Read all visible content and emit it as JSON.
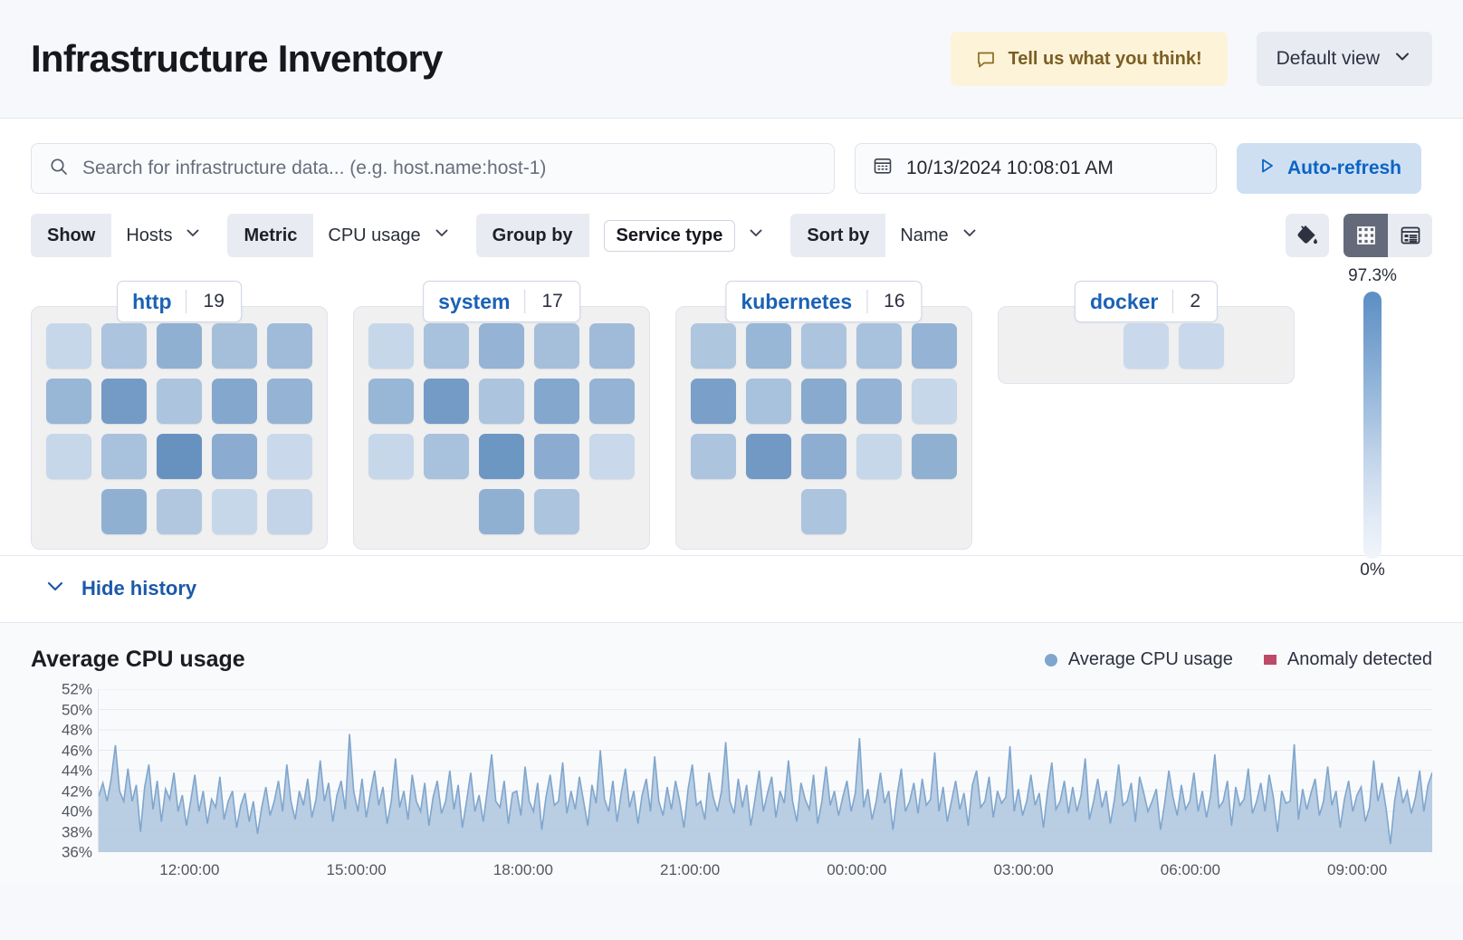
{
  "header": {
    "title": "Infrastructure Inventory",
    "feedback_label": "Tell us what you think!",
    "view_label": "Default view"
  },
  "search": {
    "placeholder": "Search for infrastructure data... (e.g. host.name:host-1)",
    "value": ""
  },
  "datepicker": {
    "value": "10/13/2024 10:08:01 AM"
  },
  "refresh": {
    "label": "Auto-refresh"
  },
  "filters": [
    {
      "label": "Show",
      "value": "Hosts",
      "boxed": false
    },
    {
      "label": "Metric",
      "value": "CPU usage",
      "boxed": false
    },
    {
      "label": "Group by",
      "value": "Service type",
      "boxed": true
    },
    {
      "label": "Sort by",
      "value": "Name",
      "boxed": false
    }
  ],
  "view_toggle": {
    "palette_icon": "paint-bucket-icon",
    "grid_icon": "grid-view-icon",
    "table_icon": "table-view-icon",
    "active": "grid"
  },
  "legend_scale": {
    "max": "97.3%",
    "min": "0%"
  },
  "groups": [
    {
      "name": "http",
      "count": "19",
      "values": [
        0.22,
        0.38,
        0.55,
        0.42,
        0.45,
        0.5,
        0.72,
        0.38,
        0.62,
        0.52,
        0.22,
        0.4,
        0.8,
        0.58,
        0.2,
        0.55,
        0.35,
        0.22,
        0.24
      ]
    },
    {
      "name": "system",
      "count": "17",
      "values": [
        0.22,
        0.4,
        0.52,
        0.42,
        0.45,
        0.5,
        0.72,
        0.38,
        0.62,
        0.52,
        0.22,
        0.4,
        0.76,
        0.58,
        0.2,
        0.55,
        0.38
      ]
    },
    {
      "name": "kubernetes",
      "count": "16",
      "values": [
        0.36,
        0.5,
        0.38,
        0.4,
        0.52,
        0.68,
        0.4,
        0.6,
        0.52,
        0.22,
        0.38,
        0.74,
        0.56,
        0.22,
        0.55,
        0.38
      ]
    },
    {
      "name": "docker",
      "count": "2",
      "values": [
        0.2,
        0.2
      ]
    }
  ],
  "history": {
    "toggle_label": "Hide history"
  },
  "chart_data": {
    "type": "area",
    "title": "Average CPU usage",
    "xlabel": "",
    "ylabel": "",
    "ylim": [
      36,
      52
    ],
    "ytick_labels": [
      "52%",
      "50%",
      "48%",
      "46%",
      "44%",
      "42%",
      "40%",
      "38%",
      "36%"
    ],
    "ytick_values": [
      52,
      50,
      48,
      46,
      44,
      42,
      40,
      38,
      36
    ],
    "xtick_labels": [
      "12:00:00",
      "15:00:00",
      "18:00:00",
      "21:00:00",
      "00:00:00",
      "03:00:00",
      "06:00:00",
      "09:00:00"
    ],
    "grid": true,
    "legend_position": "top-right",
    "legend": [
      {
        "name": "Average CPU usage",
        "marker": "circle",
        "color": "#7fa6cd"
      },
      {
        "name": "Anomaly detected",
        "marker": "square",
        "color": "#bd4a68"
      }
    ],
    "series": [
      {
        "name": "Average CPU usage",
        "color": "#7fa6cd",
        "values": [
          41.5,
          42.8,
          41.0,
          43.2,
          46.5,
          42.0,
          41.0,
          44.2,
          41.0,
          42.6,
          38.0,
          42.4,
          44.6,
          40.2,
          43.0,
          39.0,
          42.2,
          41.2,
          43.8,
          40.0,
          41.6,
          38.6,
          41.0,
          43.6,
          40.0,
          42.0,
          38.8,
          41.2,
          40.4,
          43.4,
          39.2,
          41.0,
          42.0,
          38.4,
          40.6,
          41.8,
          39.0,
          41.0,
          37.8,
          40.4,
          42.4,
          39.6,
          41.0,
          43.0,
          40.0,
          44.6,
          41.0,
          39.2,
          42.0,
          40.6,
          43.2,
          39.4,
          41.2,
          45.0,
          41.0,
          42.8,
          39.0,
          41.6,
          43.0,
          40.2,
          47.6,
          42.0,
          40.0,
          43.2,
          39.4,
          41.8,
          44.0,
          40.6,
          42.4,
          38.8,
          41.0,
          45.2,
          40.4,
          42.0,
          39.2,
          43.6,
          41.0,
          40.0,
          42.8,
          38.6,
          41.4,
          43.0,
          39.8,
          41.0,
          44.0,
          40.2,
          42.6,
          38.4,
          41.0,
          43.8,
          40.0,
          41.6,
          39.0,
          42.2,
          45.6,
          41.0,
          40.4,
          43.0,
          38.8,
          41.8,
          42.0,
          39.6,
          44.4,
          41.0,
          40.0,
          42.8,
          38.2,
          41.4,
          43.6,
          40.6,
          41.0,
          44.8,
          39.8,
          42.0,
          40.2,
          43.4,
          41.0,
          38.6,
          42.6,
          40.8,
          46.0,
          41.2,
          40.0,
          43.0,
          39.0,
          41.8,
          44.2,
          40.4,
          42.0,
          38.8,
          41.6,
          43.2,
          40.0,
          45.4,
          41.0,
          39.6,
          42.4,
          40.2,
          43.0,
          41.0,
          38.4,
          42.2,
          44.6,
          40.6,
          41.0,
          39.2,
          43.8,
          41.4,
          40.0,
          42.0,
          46.8,
          41.0,
          39.8,
          43.2,
          40.4,
          42.6,
          38.6,
          41.2,
          44.0,
          40.0,
          41.8,
          43.4,
          39.4,
          42.0,
          40.8,
          45.0,
          41.0,
          39.0,
          42.8,
          41.2,
          40.2,
          43.6,
          38.8,
          41.0,
          44.4,
          40.6,
          42.0,
          39.6,
          41.4,
          43.0,
          40.0,
          41.8,
          47.2,
          40.4,
          42.2,
          39.2,
          41.0,
          43.8,
          40.8,
          42.0,
          38.2,
          41.6,
          44.2,
          40.0,
          41.0,
          42.8,
          39.8,
          43.2,
          40.6,
          41.2,
          45.8,
          40.0,
          42.4,
          39.0,
          41.0,
          43.0,
          40.2,
          41.8,
          38.6,
          42.6,
          44.0,
          40.4,
          41.0,
          43.4,
          39.4,
          42.0,
          40.8,
          41.4,
          46.4,
          40.0,
          42.2,
          39.6,
          41.0,
          43.6,
          40.6,
          41.8,
          38.4,
          42.0,
          44.8,
          40.2,
          41.0,
          43.0,
          39.8,
          42.4,
          40.0,
          41.6,
          45.2,
          39.2,
          41.0,
          43.2,
          40.4,
          42.0,
          38.8,
          41.2,
          44.6,
          40.6,
          41.0,
          42.8,
          39.0,
          43.4,
          41.8,
          40.0,
          41.0,
          42.2,
          38.2,
          40.8,
          44.0,
          41.4,
          39.6,
          42.6,
          40.2,
          41.0,
          43.8,
          40.0,
          42.0,
          39.4,
          41.6,
          45.6,
          40.4,
          41.0,
          43.0,
          38.6,
          42.4,
          40.6,
          41.2,
          44.2,
          39.8,
          41.0,
          42.8,
          40.0,
          43.6,
          41.4,
          38.0,
          42.0,
          40.8,
          41.0,
          46.6,
          39.2,
          42.2,
          40.2,
          41.8,
          43.2,
          39.6,
          41.0,
          44.4,
          40.6,
          42.0,
          38.4,
          41.2,
          43.0,
          40.0,
          41.6,
          42.4,
          39.0,
          40.4,
          45.0,
          41.0,
          42.8,
          40.2,
          36.8,
          41.0,
          43.4,
          40.8,
          42.0,
          39.8,
          41.4,
          44.0,
          40.0,
          42.6,
          43.8
        ]
      }
    ]
  }
}
